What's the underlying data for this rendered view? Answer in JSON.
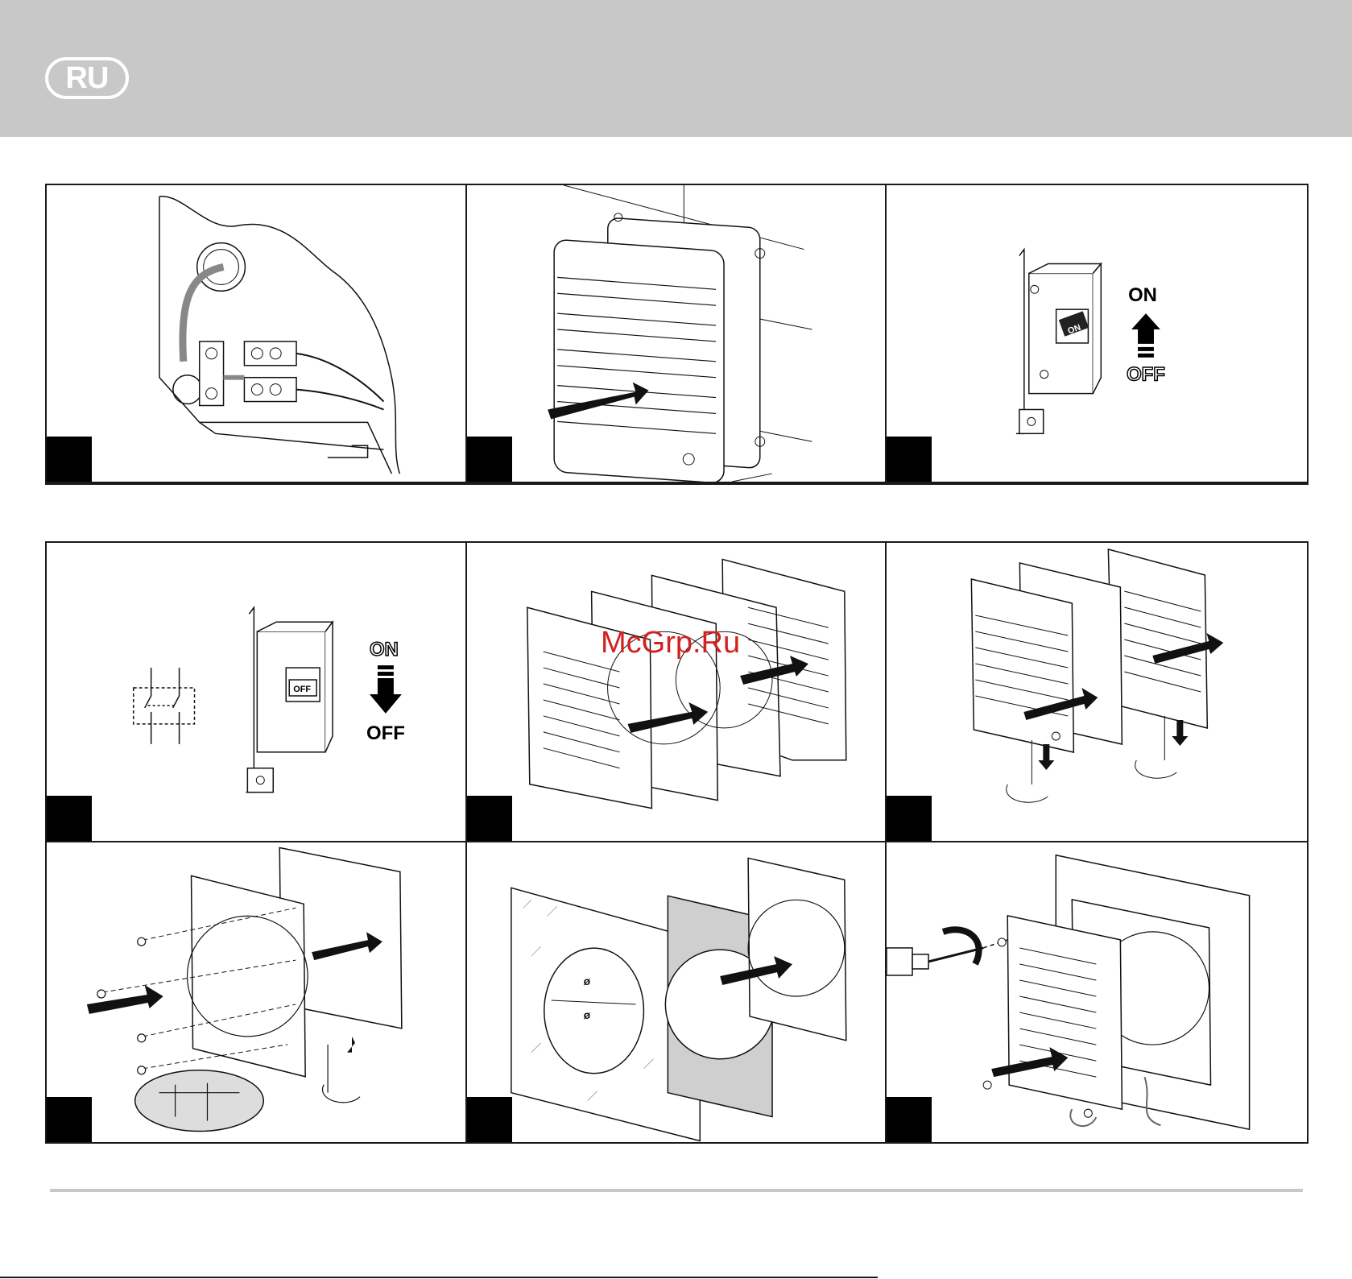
{
  "header": {
    "language_badge": "RU"
  },
  "watermark": "McGrp.Ru",
  "panels": {
    "breaker_on": {
      "on_label": "ON",
      "off_label": "OFF",
      "switch_label": "ON"
    },
    "breaker_off": {
      "on_label": "ON",
      "off_label": "OFF",
      "switch_label": "OFF"
    },
    "wall_cutout": {
      "diameter_symbol_1": "ø",
      "diameter_symbol_2": "ø"
    }
  }
}
